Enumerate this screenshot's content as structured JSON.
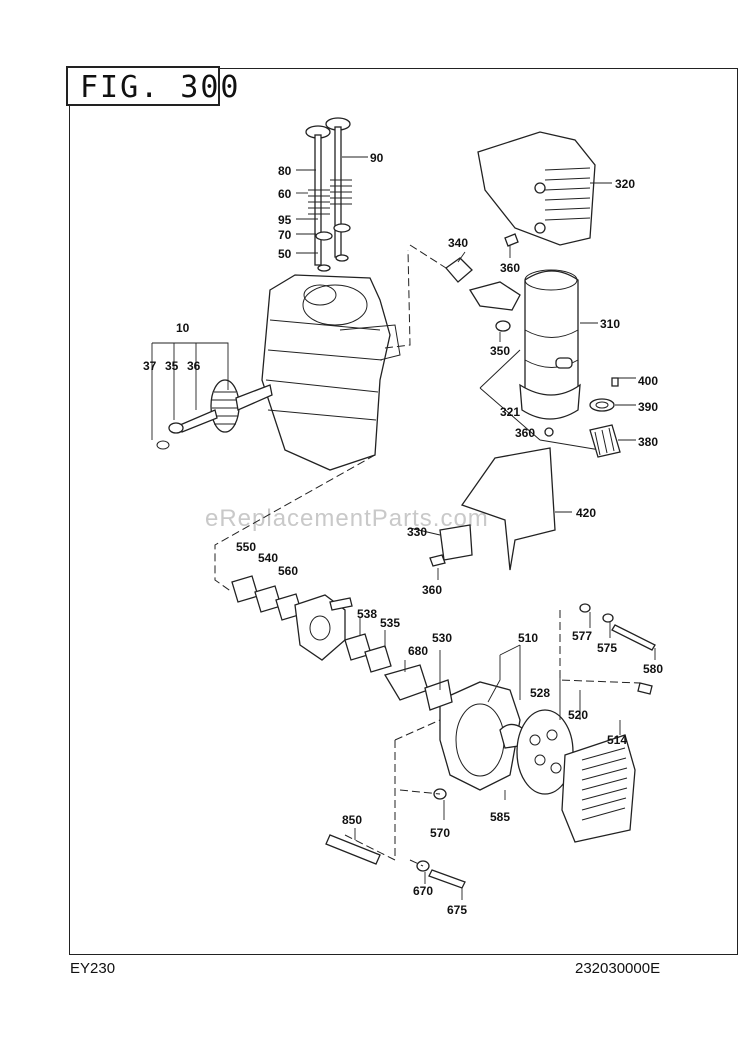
{
  "figure": {
    "title": "FIG. 300"
  },
  "footer": {
    "model": "EY230",
    "page_code": "232030000E"
  },
  "watermark": "eReplacementParts.com",
  "callouts": [
    "10",
    "37",
    "35",
    "36",
    "50",
    "60",
    "70",
    "80",
    "90",
    "95",
    "310",
    "320",
    "321",
    "330",
    "340",
    "350",
    "360",
    "380",
    "390",
    "400",
    "420",
    "510",
    "514",
    "520",
    "528",
    "530",
    "535",
    "538",
    "540",
    "550",
    "560",
    "570",
    "575",
    "577",
    "580",
    "585",
    "670",
    "675",
    "680",
    "850"
  ]
}
